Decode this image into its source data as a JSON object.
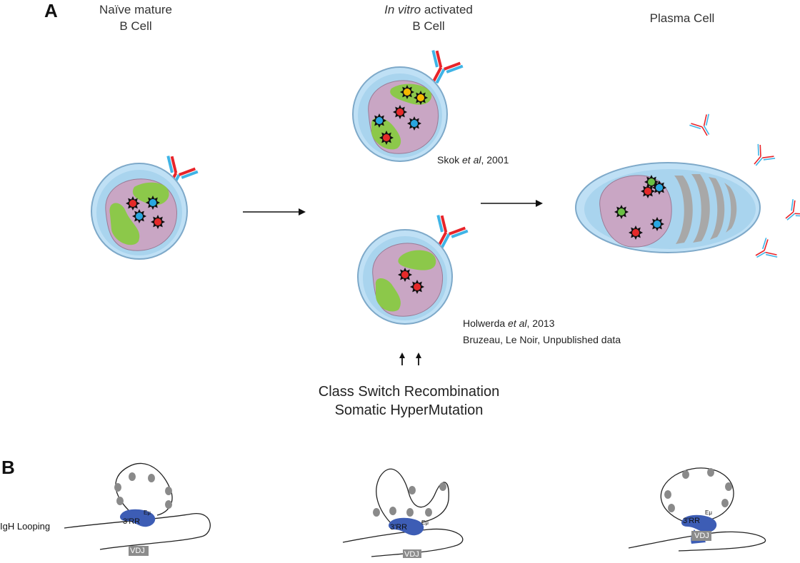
{
  "panels": {
    "a": "A",
    "b": "B"
  },
  "stages": {
    "naive": {
      "line1": "Naïve mature",
      "line2": "B Cell"
    },
    "activated": {
      "line1_italic": "In vitro",
      "line1_rest": " activated",
      "line2": "B Cell"
    },
    "plasma": {
      "line1": "Plasma Cell"
    }
  },
  "references": {
    "skok": {
      "author": "Skok ",
      "etal": "et al",
      "year": ", 2001"
    },
    "holwerda": {
      "author": "Holwerda ",
      "etal": "et al",
      "year": ", 2013"
    },
    "bruzeau": "Bruzeau, Le Noir, Unpublished data"
  },
  "processes": {
    "line1": "Class Switch Recombination",
    "line2": "Somatic HyperMutation"
  },
  "looping": {
    "row_label": "IgH Looping",
    "rr_label": "3'RR",
    "emu_label": "Eμ",
    "vdj_label": "VDJ"
  },
  "colors": {
    "cell_outer": "#bfe0f5",
    "cytoplasm": "#a9d4ee",
    "nucleus": "#c9a6c4",
    "heterochromatin": "#8cc84a",
    "antibody_red": "#e8242a",
    "antibody_blue": "#3fb4e6",
    "locus_red": "#e52a2a",
    "locus_blue": "#29a6e0",
    "locus_yellow": "#f5b800",
    "locus_green": "#6abf45",
    "rr_blob": "#3d5db5",
    "loop_dot": "#8a8a8a",
    "vdj_box": "#8c8c8c"
  }
}
